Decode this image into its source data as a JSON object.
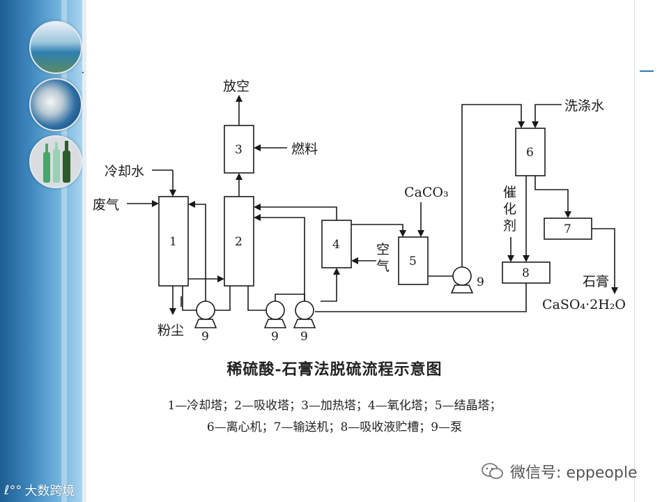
{
  "diagram": {
    "labels": {
      "vent": "放空",
      "fuel": "燃料",
      "cooling_water": "冷却水",
      "waste_gas": "废气",
      "dust": "粉尘",
      "caco3": "CaCO₃",
      "air": "空\n气",
      "wash_water": "洗涤水",
      "catalyst": "催\n化\n剂",
      "gypsum": "石膏",
      "product": "CaSO₄·2H₂O"
    },
    "units": [
      "1",
      "2",
      "3",
      "4",
      "5",
      "6",
      "7",
      "8"
    ],
    "pump_label": "9"
  },
  "caption": "稀硫酸-石膏法脱硫流程示意图",
  "legend": {
    "line1": "1—冷却塔；2—吸收塔；3—加热塔；4—氧化塔；5—结晶塔；",
    "line2": "6—离心机；7—输送机；8—吸收液贮槽；9—泵"
  },
  "footer": {
    "wechat": "微信号: eppeople",
    "watermark": "大数跨境"
  }
}
